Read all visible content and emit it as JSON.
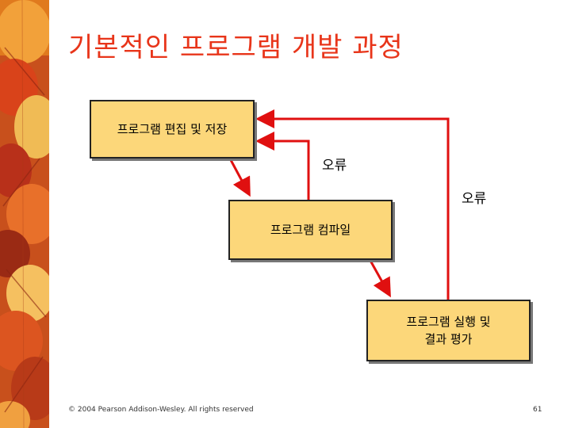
{
  "slide": {
    "title": "기본적인 프로그램 개발 과정",
    "footer": "© 2004 Pearson Addison-Wesley. All rights reserved",
    "page_number": "61"
  },
  "diagram": {
    "nodes": {
      "edit": "프로그램 편집 및 저장",
      "compile": "프로그램 컴파일",
      "run_line1": "프로그램 실행 및",
      "run_line2": "결과 평가"
    },
    "edge_labels": {
      "compile_error": "오류",
      "run_error": "오류"
    },
    "colors": {
      "title": "#e8351a",
      "box_fill": "#fcd77a",
      "arrow": "#e01010"
    }
  }
}
